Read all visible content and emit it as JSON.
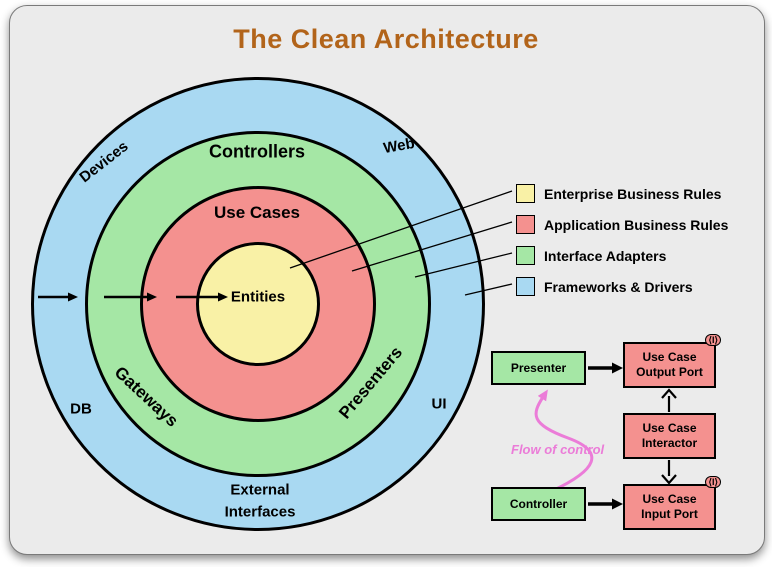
{
  "title": "The Clean Architecture",
  "colors": {
    "enterprise": "#F9F1A6",
    "application": "#F4918F",
    "adapters": "#A5E7A5",
    "frameworks": "#A9D9F2",
    "title": "#B2641A",
    "flow_pink": "#EB7CD8",
    "card_bg": "#EBEBEB"
  },
  "diagram": {
    "entities": "Entities",
    "use_cases": "Use Cases",
    "controllers": "Controllers",
    "gateways": "Gateways",
    "presenters": "Presenters",
    "devices": "Devices",
    "web": "Web",
    "db": "DB",
    "ui": "UI",
    "external_interfaces": "External\nInterfaces"
  },
  "legend": {
    "items": [
      {
        "label": "Enterprise Business Rules"
      },
      {
        "label": "Application Business Rules"
      },
      {
        "label": "Interface Adapters"
      },
      {
        "label": "Frameworks & Drivers"
      }
    ]
  },
  "flow": {
    "presenter": "Presenter",
    "controller": "Controller",
    "use_case_output_port": "Use Case\nOutput Port",
    "use_case_interactor": "Use Case\nInteractor",
    "use_case_input_port": "Use Case\nInput Port",
    "interface_marker": "⟨I⟩",
    "flow_of_control": "Flow of control"
  }
}
